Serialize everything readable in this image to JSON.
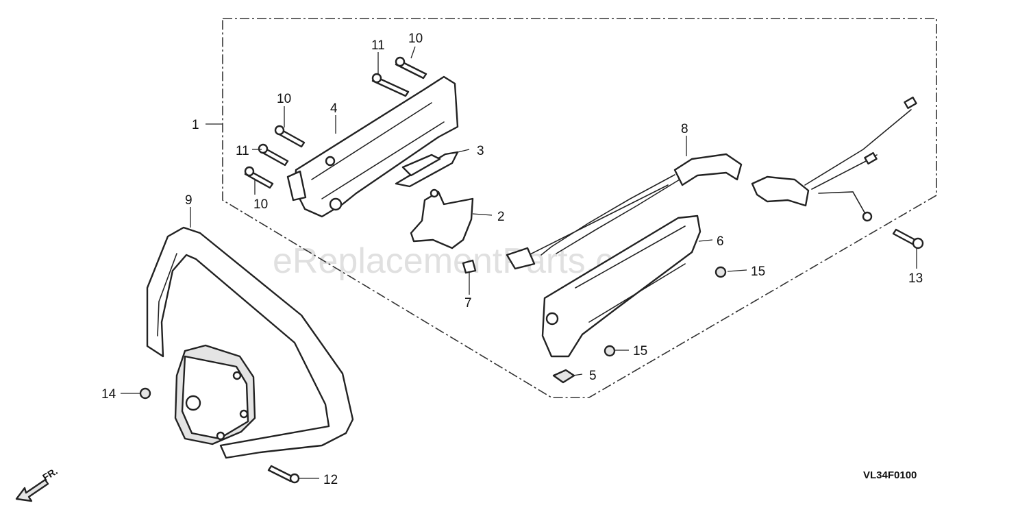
{
  "diagram": {
    "watermark": "eReplacementParts.com",
    "drawing_code": "VL34F0100",
    "direction_label": "FR.",
    "callouts": [
      {
        "id": "c1",
        "text": "1"
      },
      {
        "id": "c2",
        "text": "2"
      },
      {
        "id": "c3",
        "text": "3"
      },
      {
        "id": "c4",
        "text": "4"
      },
      {
        "id": "c5",
        "text": "5"
      },
      {
        "id": "c6",
        "text": "6"
      },
      {
        "id": "c7",
        "text": "7"
      },
      {
        "id": "c8",
        "text": "8"
      },
      {
        "id": "c9",
        "text": "9"
      },
      {
        "id": "c10a",
        "text": "10"
      },
      {
        "id": "c10b",
        "text": "10"
      },
      {
        "id": "c10c",
        "text": "10"
      },
      {
        "id": "c11a",
        "text": "11"
      },
      {
        "id": "c11b",
        "text": "11"
      },
      {
        "id": "c12",
        "text": "12"
      },
      {
        "id": "c13",
        "text": "13"
      },
      {
        "id": "c14",
        "text": "14"
      },
      {
        "id": "c15a",
        "text": "15"
      },
      {
        "id": "c15b",
        "text": "15"
      }
    ]
  }
}
